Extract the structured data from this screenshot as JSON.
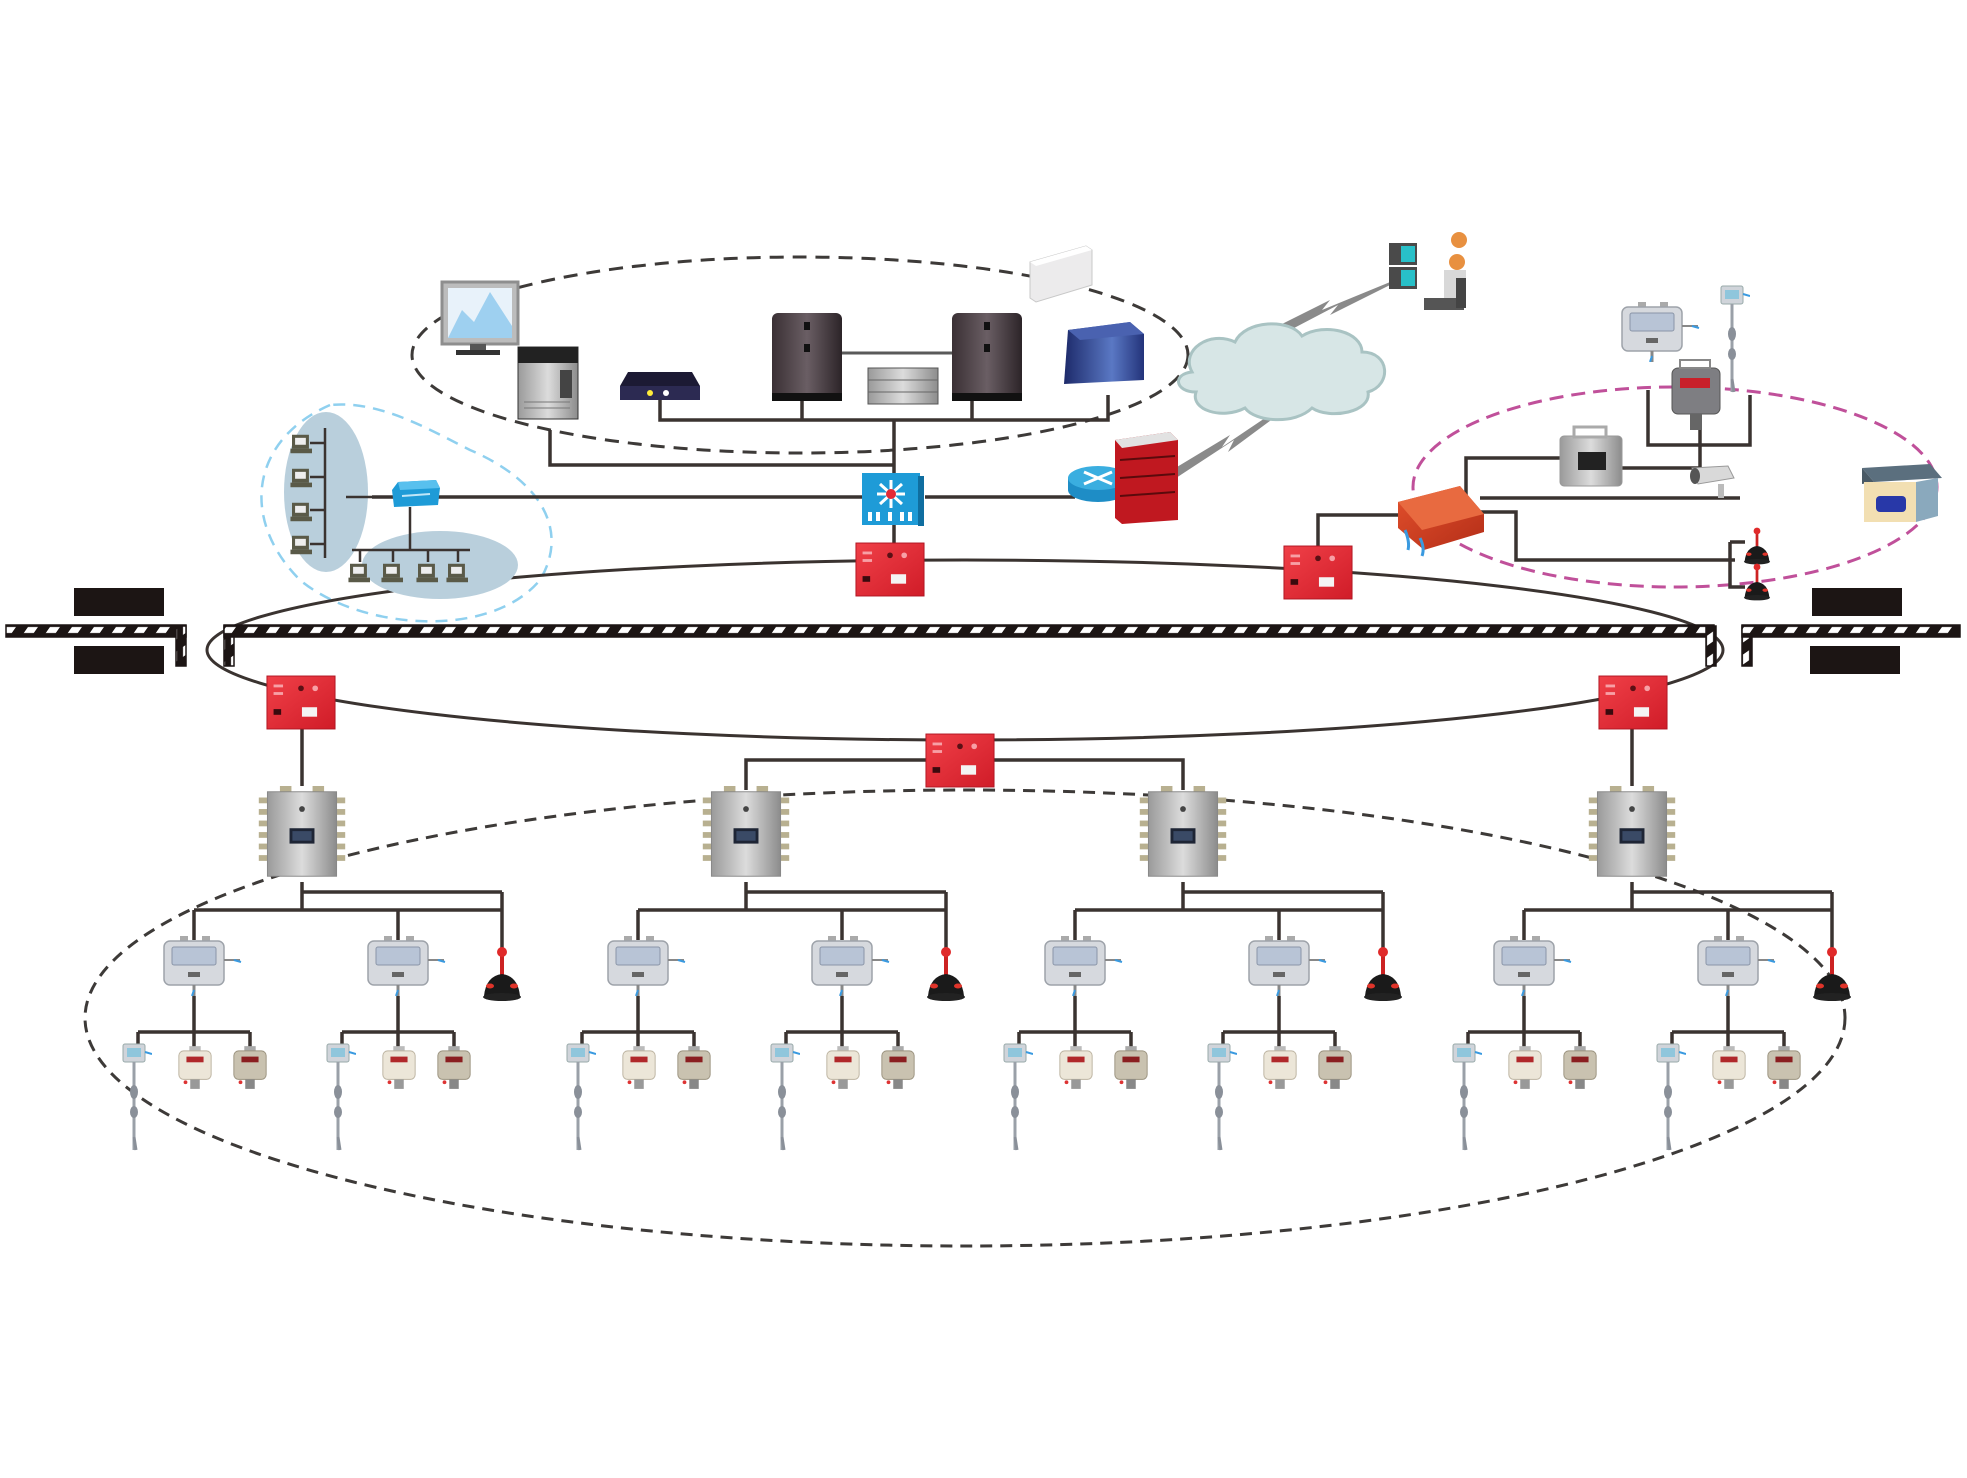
{
  "diagram": {
    "type": "network-topology",
    "text_labels": [],
    "colors": {
      "background": "#ffffff",
      "wire": "#3a3330",
      "dashed_group": "#3d3a38",
      "office_group": "#8fd0ef",
      "office_fill": "#b9cfdc",
      "monitor_group": "#c0509a",
      "red_node": "#e52a36",
      "switch_blue": "#1e9bd7",
      "barrier_black": "#1c1514",
      "cloud_fill": "#d7e6e6",
      "junction_box": "#b9b9b9"
    },
    "groups": [
      {
        "name": "server-room-group",
        "border": "dashed-black"
      },
      {
        "name": "office-lan-group",
        "border": "dashed-blue"
      },
      {
        "name": "surface-monitoring-group",
        "border": "dashed-magenta"
      },
      {
        "name": "underground-field-group",
        "border": "dashed-black"
      }
    ],
    "server_room": {
      "devices": [
        "monitor-display",
        "tower-server",
        "network-appliance",
        "mainframe-server-a",
        "storage-array",
        "mainframe-server-b",
        "blade-server",
        "ups-unit"
      ]
    },
    "office_lan": {
      "vertical_workstations": 4,
      "horizontal_workstations": 4,
      "switch": "workgroup-switch"
    },
    "core": {
      "core_switch": "core-switch",
      "router": "router",
      "firewall": "firewall",
      "cloud": "internet-cloud",
      "remote_operators": "remote-operators"
    },
    "surface_monitoring": {
      "controller": "surface-substation",
      "devices": [
        "sensor-panel",
        "pole-sensor",
        "gas-detector",
        "power-box",
        "cctv-camera",
        "equipment-house",
        "emergency-button-a",
        "emergency-button-b"
      ]
    },
    "ring": {
      "ring_nodes": 5,
      "barrier_gates": 2
    },
    "field": {
      "substations": 4,
      "substation_children": {
        "sensor_panels": 2,
        "emergency_buttons": 1
      },
      "panel_children": {
        "pole_sensors": 1,
        "detectors_light": 1,
        "detectors_dark": 1
      }
    }
  }
}
